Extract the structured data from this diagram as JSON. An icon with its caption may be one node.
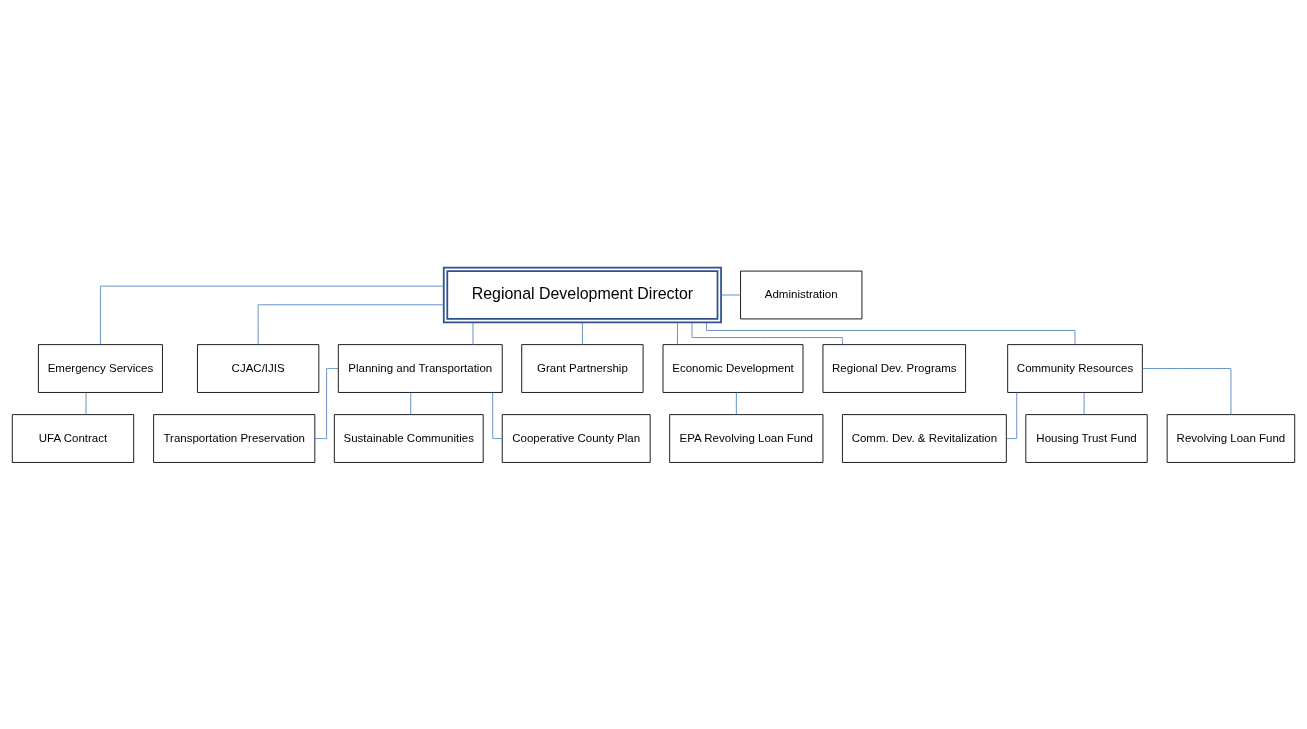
{
  "diagram": {
    "nodes": [
      {
        "text": [
          "Regional Development Director"
        ]
      },
      {
        "text": [
          "Administration"
        ]
      },
      {
        "text": [
          "Emergency Services"
        ]
      },
      {
        "text": [
          "CJAC/IJIS"
        ]
      },
      {
        "text": [
          "Planning and Transportation"
        ]
      },
      {
        "text": [
          "Grant Partnership"
        ]
      },
      {
        "text": [
          "Economic Development"
        ]
      },
      {
        "text": [
          "Regional Dev. Programs"
        ]
      },
      {
        "text": [
          "Community Resources"
        ]
      },
      {
        "text": [
          "UFA Contract"
        ]
      },
      {
        "text": [
          "Transportation Preservation"
        ]
      },
      {
        "text": [
          "Sustainable Communities"
        ]
      },
      {
        "text": [
          "Cooperative County Plan"
        ]
      },
      {
        "text": [
          "EPA Revolving Loan Fund"
        ]
      },
      {
        "text": [
          "Comm. Dev. & Revitalization"
        ]
      },
      {
        "text": [
          "Housing Trust Fund"
        ]
      },
      {
        "text": [
          "Revolving Loan Fund"
        ]
      }
    ],
    "edges": [
      {
        "from": 0,
        "to": 1,
        "arrow": "none"
      },
      {
        "from": 0,
        "to": 2,
        "arrow": "none"
      },
      {
        "from": 0,
        "to": 3,
        "arrow": "none"
      },
      {
        "from": 0,
        "to": 4,
        "arrow": "none"
      },
      {
        "from": 0,
        "to": 5,
        "arrow": "none"
      },
      {
        "from": 0,
        "to": 6,
        "arrow": "none"
      },
      {
        "from": 0,
        "to": 7,
        "arrow": "none"
      },
      {
        "from": 0,
        "to": 8,
        "arrow": "none"
      },
      {
        "from": 2,
        "to": 9,
        "arrow": "none"
      },
      {
        "from": 4,
        "to": 10,
        "arrow": "none"
      },
      {
        "from": 4,
        "to": 11,
        "arrow": "none"
      },
      {
        "from": 4,
        "to": 12,
        "arrow": "none"
      },
      {
        "from": 6,
        "to": 13,
        "arrow": "none"
      },
      {
        "from": 8,
        "to": 14,
        "arrow": "none"
      },
      {
        "from": 8,
        "to": 15,
        "arrow": "none"
      },
      {
        "from": 8,
        "to": 16,
        "arrow": "none"
      }
    ]
  }
}
